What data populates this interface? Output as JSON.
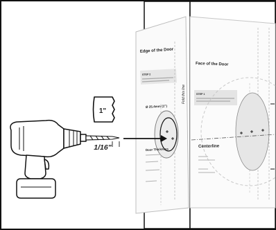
{
  "bit_size_badge": "1\"",
  "drill_gap_label": "1/16\"",
  "template": {
    "edge_panel": {
      "title": "Edge of the Door",
      "step_label": "STEP 2",
      "diameter_label": "Ø 25.4mm (1\")",
      "thickness_label": "Door Thickness",
      "fold_label": "Fold this line"
    },
    "face_panel": {
      "title": "Face of the Door",
      "step_label": "STEP 1",
      "centerline_label": "Centerline"
    }
  },
  "colors": {
    "ink": "#111111",
    "panel_border": "#333333",
    "shade": "#e2e2e2",
    "ghost": "#c8c8c8"
  },
  "icons": [
    "power-drill-icon",
    "hole-saw-bit-icon",
    "arrow-right-icon"
  ]
}
